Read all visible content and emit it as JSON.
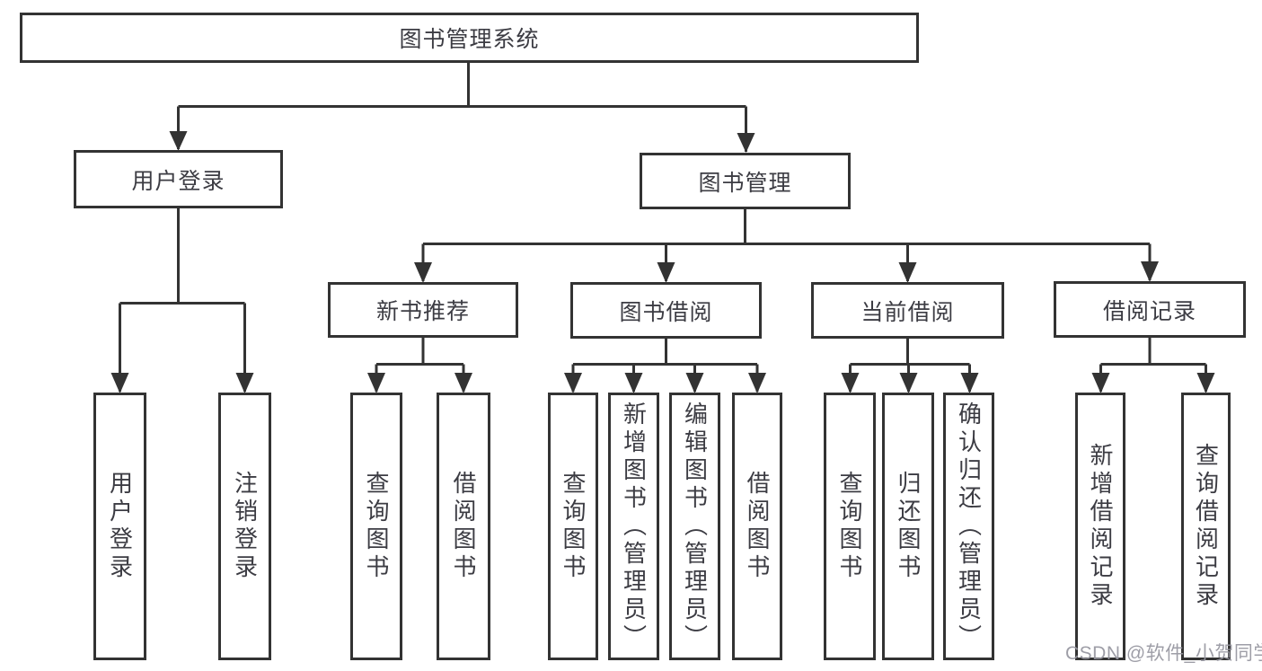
{
  "diagram": {
    "title": "图书管理系统",
    "user_login": {
      "label": "用户登录",
      "children": [
        "用户登录",
        "注销登录"
      ]
    },
    "book_mgmt": {
      "label": "图书管理",
      "sections": [
        {
          "label": "新书推荐",
          "children": [
            "查询图书",
            "借阅图书"
          ]
        },
        {
          "label": "图书借阅",
          "children": [
            "查询图书",
            "新增图书（管理员）",
            "编辑图书（管理员）",
            "借阅图书"
          ]
        },
        {
          "label": "当前借阅",
          "children": [
            "查询图书",
            "归还图书",
            "确认归还（管理员）"
          ]
        },
        {
          "label": "借阅记录",
          "children": [
            "新增借阅记录",
            "查询借阅记录"
          ]
        }
      ]
    }
  },
  "watermark": "CSDN @软件_小贺同学",
  "colors": {
    "line": "#333333",
    "box_border": "#333333",
    "text": "#3c3c43",
    "watermark": "#9b9ba3",
    "background": "#ffffff"
  }
}
